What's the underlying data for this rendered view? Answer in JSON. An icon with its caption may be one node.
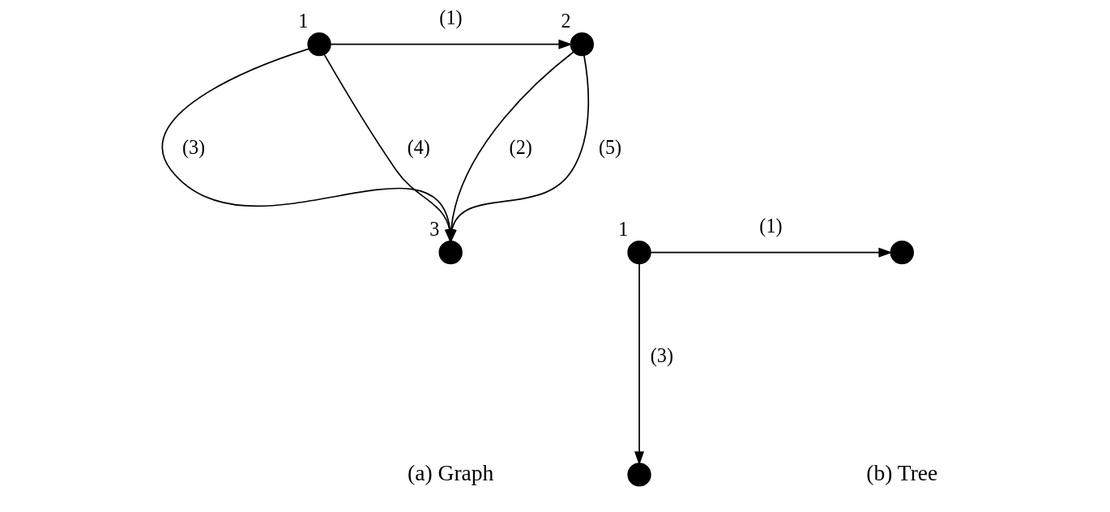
{
  "diagram": {
    "nodes": [
      {
        "text": [],
        "shape": "circle",
        "beside": [
          "1"
        ]
      },
      {
        "text": [],
        "shape": "circle",
        "beside": [
          "2"
        ]
      },
      {
        "text": [],
        "shape": "circle",
        "beside": [
          "3"
        ]
      },
      {
        "text": [],
        "shape": "circle",
        "beside": [
          "1"
        ]
      },
      {
        "text": [],
        "shape": "circle"
      },
      {
        "text": [],
        "shape": "circle"
      }
    ],
    "edges": [
      {
        "from": 0,
        "to": 1,
        "arrow": "to",
        "label": "(1)"
      },
      {
        "from": 1,
        "to": 2,
        "arrow": "to",
        "label": "(2)"
      },
      {
        "from": 0,
        "to": 2,
        "arrow": "to",
        "label": "(3)"
      },
      {
        "from": 0,
        "to": 2,
        "arrow": "to",
        "label": "(4)"
      },
      {
        "from": 1,
        "to": 2,
        "arrow": "to",
        "label": "(5)"
      },
      {
        "from": 3,
        "to": 4,
        "arrow": "to",
        "label": "(1)"
      },
      {
        "from": 3,
        "to": 5,
        "arrow": "to",
        "label": "(3)"
      }
    ],
    "labels": [
      "(a) Graph",
      "(b) Tree"
    ]
  }
}
